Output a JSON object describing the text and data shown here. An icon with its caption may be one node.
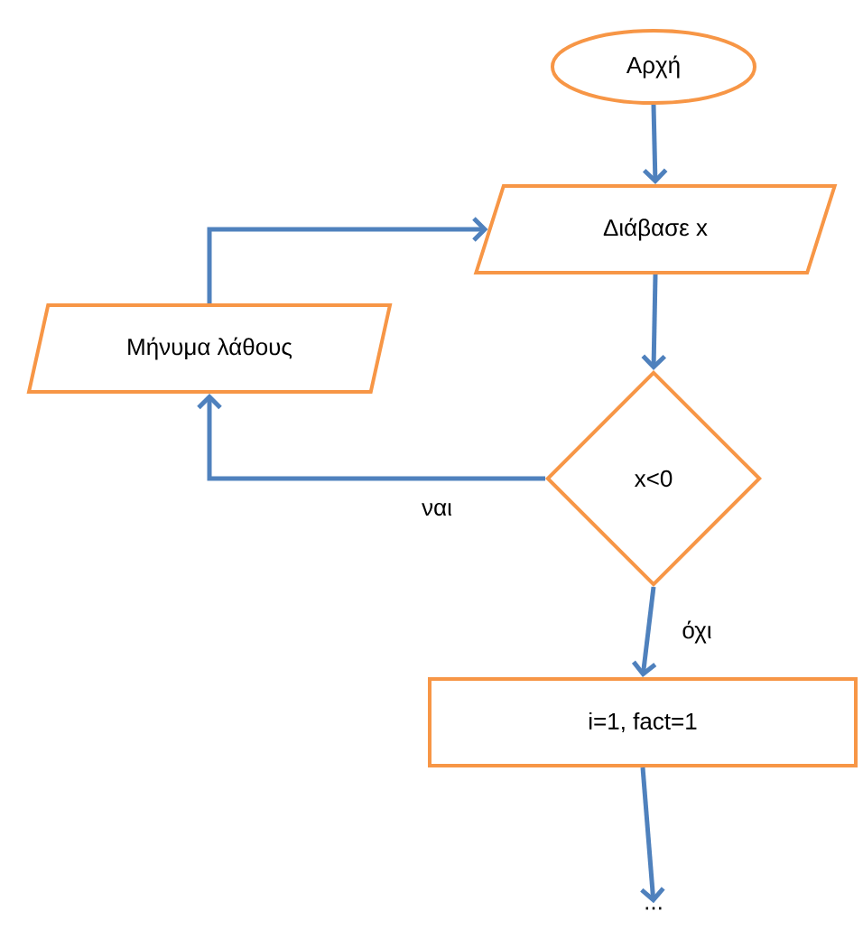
{
  "diagram": {
    "nodes": [
      {
        "text": [
          "Αρχή"
        ]
      },
      {
        "text": [
          "Διάβασε x"
        ]
      },
      {
        "text": [
          "Μήνυμα λάθους"
        ]
      },
      {
        "text": [
          "x<0"
        ]
      },
      {
        "text": [
          "i=1, fact=1"
        ]
      },
      {
        "text": [
          "..."
        ]
      }
    ],
    "edges": [
      {
        "from": 0,
        "to": 1,
        "arrow": "to"
      },
      {
        "from": 1,
        "to": 3,
        "arrow": "to"
      },
      {
        "from": 3,
        "to": 2,
        "arrow": "to",
        "label": "ναι"
      },
      {
        "from": 2,
        "to": 1,
        "arrow": "to"
      },
      {
        "from": 3,
        "to": 4,
        "arrow": "to",
        "label": "όχι"
      },
      {
        "from": 4,
        "to": 5,
        "arrow": "to"
      }
    ]
  }
}
